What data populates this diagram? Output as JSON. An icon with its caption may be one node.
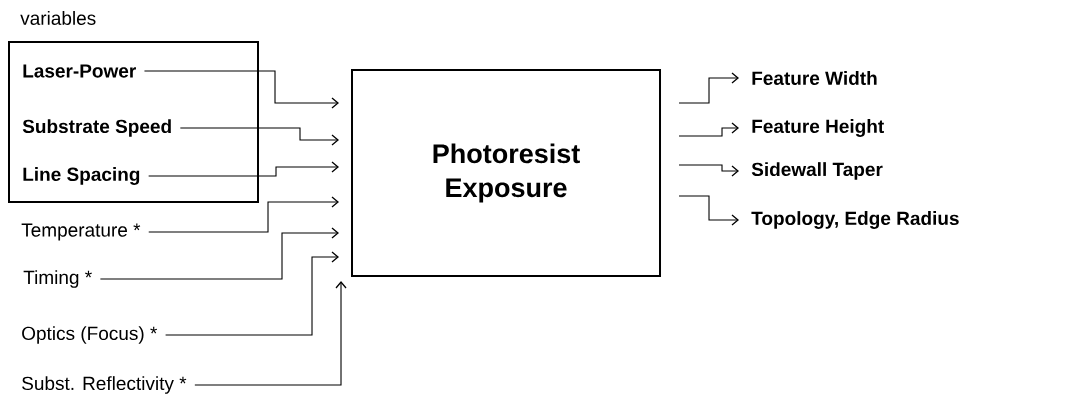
{
  "diagram": {
    "nodes": [
      {
        "text": [
          "variables"
        ]
      },
      {
        "text": [
          "Laser-Power"
        ],
        "in": 0
      },
      {
        "text": [
          "Substrate Speed"
        ],
        "in": 0
      },
      {
        "text": [
          "Line Spacing"
        ],
        "in": 0
      },
      {
        "text": [
          "Temperature *"
        ]
      },
      {
        "text": [
          "Timing *"
        ]
      },
      {
        "text": [
          "Optics (Focus) *"
        ]
      },
      {
        "text": [
          "Subst. Reflectivity *"
        ]
      },
      {
        "text": [
          "Photoresist Exposure"
        ]
      },
      {
        "text": [
          "Feature Width"
        ]
      },
      {
        "text": [
          "Feature Height"
        ]
      },
      {
        "text": [
          "Sidewall Taper"
        ]
      },
      {
        "text": [
          "Topology, Edge Radius"
        ]
      }
    ],
    "edges": [
      {
        "from": 1,
        "to": 8,
        "arrow": "to"
      },
      {
        "from": 2,
        "to": 8,
        "arrow": "to"
      },
      {
        "from": 3,
        "to": 8,
        "arrow": "to"
      },
      {
        "from": 4,
        "to": 8,
        "arrow": "to"
      },
      {
        "from": 5,
        "to": 8,
        "arrow": "to"
      },
      {
        "from": 6,
        "to": 8,
        "arrow": "to"
      },
      {
        "from": 7,
        "to": 8,
        "arrow": "to"
      },
      {
        "from": 8,
        "to": 9,
        "arrow": "to"
      },
      {
        "from": 8,
        "to": 10,
        "arrow": "to"
      },
      {
        "from": 8,
        "to": 11,
        "arrow": "to"
      },
      {
        "from": 8,
        "to": 12,
        "arrow": "to"
      }
    ]
  }
}
